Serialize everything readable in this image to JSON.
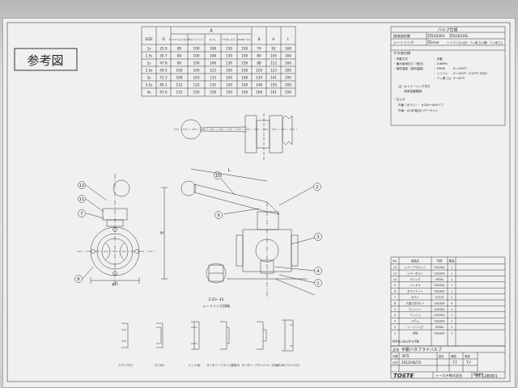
{
  "stamp": "参考図",
  "dim_table": {
    "header_top": "A",
    "columns": [
      "SIZE",
      "D",
      "H or C ﾍﾙｰｽﾞｸﾗﾝﾌﾟ",
      "B ﾈｼﾞｱﾄﾞﾊﾞﾝﾄﾞ",
      "R ﾅｯﾄ",
      "T ｻﾆﾀﾘｰﾌﾗﾝｼﾞ",
      "JIS10K ﾌﾗﾝｼﾞ",
      "B",
      "H",
      "L"
    ],
    "rows": [
      [
        "1s",
        "25.9",
        "80",
        "100",
        "108",
        "130",
        "158",
        "74",
        "92",
        "160"
      ],
      [
        "1.5s",
        "35.7",
        "80",
        "100",
        "108",
        "130",
        "158",
        "80",
        "105",
        "160"
      ],
      [
        "2s",
        "47.8",
        "80",
        "100",
        "108",
        "130",
        "158",
        "88",
        "112",
        "160"
      ],
      [
        "2.5s",
        "59.5",
        "100",
        "100",
        "123",
        "150",
        "158",
        "129",
        "123",
        "200"
      ],
      [
        "3s",
        "72.3",
        "108",
        "103",
        "133",
        "150",
        "158",
        "134",
        "141",
        "200"
      ],
      [
        "3.5s",
        "85.1",
        "115",
        "125",
        "135",
        "150",
        "158",
        "148",
        "155",
        "200"
      ],
      [
        "4s",
        "97.6",
        "125",
        "150",
        "158",
        "150",
        "158",
        "168",
        "161",
        "250"
      ]
    ]
  },
  "spec": {
    "title": "バルブ仕様",
    "row1_label": "接液部材質",
    "row1_opts": [
      "SUS304",
      "SUS316L"
    ],
    "row2_label": "シートリング",
    "row2_opts": [
      "EPDM",
      "シリコンゴム(白)",
      "フッ素ゴム(黒)",
      "フッ素ゴム"
    ],
    "other_title": "その他仕様",
    "lines": [
      "・作動方式",
      "：手動",
      "・最大使用圧力（耐圧）",
      "：0.6MPa",
      "・使用温度（常用温度）",
      "：EPDM",
      "0～100℃",
      "：シリコン",
      "0～150℃（120℃ 30分）",
      "：フッ素ゴム",
      "0～90℃",
      "注）キャリーリング付き",
      "　　使用温度範囲：",
      "・仕上げ",
      "内面（ボディ）：#320～400バフ",
      "外面：#180相当ヘアーライン"
    ]
  },
  "parts": {
    "header": [
      "No.",
      "部品名",
      "材質",
      "数量"
    ],
    "rows": [
      [
        "12",
        "レバーブラケット",
        "SUS304",
        "1"
      ],
      [
        "11",
        "レバーボルト",
        "SUS304",
        "1"
      ],
      [
        "10",
        "Oリング",
        "EPDM",
        "1"
      ],
      [
        "9",
        "ハンドル",
        "SUS304",
        "1"
      ],
      [
        "8",
        "ボルトナット",
        "SUS304",
        "1"
      ],
      [
        "7",
        "ボディ",
        "SCS13",
        "1"
      ],
      [
        "6",
        "六角穴付ボルト",
        "SUS304",
        "4"
      ],
      [
        "5",
        "ワッシャー",
        "SUS304",
        "4"
      ],
      [
        "4",
        "ブッシュ",
        "SUS304",
        "2"
      ],
      [
        "3",
        "ステム",
        "SUS304",
        "1"
      ],
      [
        "2",
        "シートリング",
        "EPDM",
        "1"
      ],
      [
        "1",
        "弁体",
        "SUS304",
        "1"
      ]
    ],
    "footer": "材質は上記以外も可能"
  },
  "title_block": {
    "name_label": "品名",
    "name": "手動バタフライバルブ",
    "scale_label": "尺度",
    "scale": "NTS",
    "date_label": "日付",
    "date": "2012/06/15",
    "drawn_label": "設計",
    "drawn": "T.T",
    "checked_label": "検図",
    "checked": "T.Y",
    "approved_label": "承認",
    "approved": "",
    "company_logo": "TOSTE",
    "company": "トーステ株式会社",
    "drawing_no_label": "図面番号",
    "drawing_no": "KT-12B301"
  },
  "labels": {
    "dim_L": "L",
    "dim_H": "H",
    "dim_phiD": "φD",
    "section": "Z-Z/← 4S",
    "seat_detail": "シートリング詳細"
  },
  "callouts": [
    "12",
    "11",
    "7",
    "8",
    "10",
    "9",
    "2",
    "3",
    "4",
    "1"
  ],
  "end_types": [
    "クランプ(C)",
    "ネジ(H)",
    "ナット(N)",
    "サニタリーフランジ溶接(T)",
    "サニタリーフランジ ルーズ(R)",
    "JIS10Kフランジ(F)"
  ]
}
